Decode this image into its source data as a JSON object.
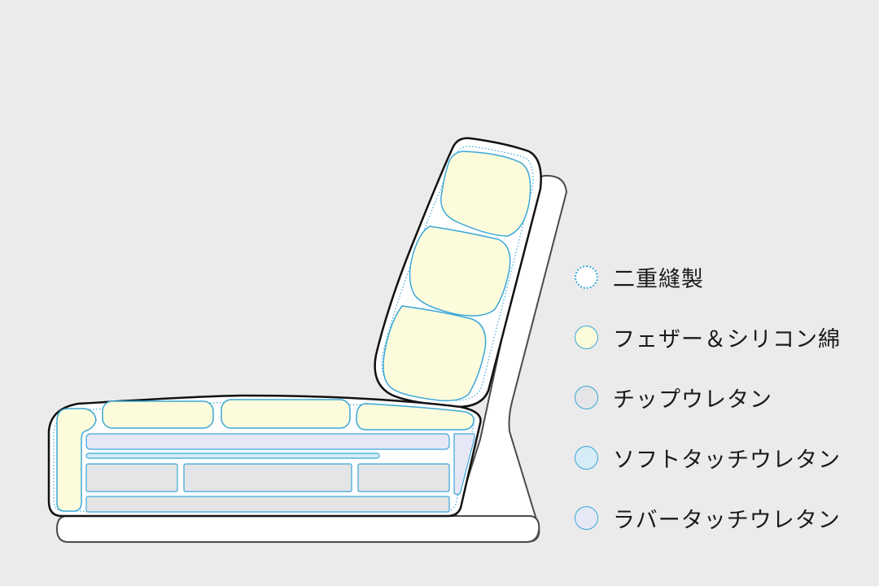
{
  "colors": {
    "background": "#ebebeb",
    "outline": "#111111",
    "frame_fill": "#ffffff",
    "frame_stroke": "#4a4a4a",
    "stitch": "#3aa7d8",
    "feather": "#fcfbdc",
    "chip": "#e3e5e6",
    "soft_touch": "#d6ecf6",
    "rubber_touch": "#e6e8f6"
  },
  "legend": [
    {
      "label": "二重縫製",
      "fill": "#ffffff",
      "border": "dotted"
    },
    {
      "label": "フェザー＆シリコン綿",
      "fill": "#fcfbdc",
      "border": "solid"
    },
    {
      "label": "チップウレタン",
      "fill": "#e3e5e6",
      "border": "solid"
    },
    {
      "label": "ソフトタッチウレタン",
      "fill": "#d6ecf6",
      "border": "solid"
    },
    {
      "label": "ラバータッチウレタン",
      "fill": "#e6e8f6",
      "border": "solid"
    }
  ]
}
